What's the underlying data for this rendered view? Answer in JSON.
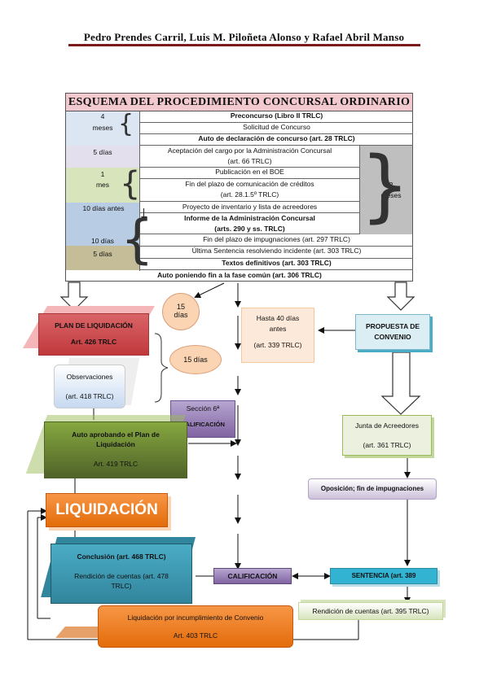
{
  "header": {
    "authors": "Pedro Prendes Carril, Luis M. Piloñeta Alonso y Rafael Abril Manso"
  },
  "table": {
    "title": "ESQUEMA DEL PROCEDIMIENTO CONCURSAL ORDINARIO",
    "left_labels": {
      "four_months_a": "4",
      "four_months_b": "meses",
      "five_days": "5 días",
      "one_month_a": "1",
      "one_month_b": "mes",
      "ten_days_before": "10 días antes",
      "ten_days": "10 días",
      "five_days_b": "5 días"
    },
    "right_label_a": "2",
    "right_label_b": "meses",
    "rows": [
      {
        "text": "Preconcurso (Libro II TRLC)"
      },
      {
        "text": "Solicitud de Concurso"
      },
      {
        "text": "Auto de declaración de concurso (art. 28 TRLC)"
      },
      {
        "text": "Aceptación del cargo por la Administración Concursal"
      },
      {
        "text": "(art. 66 TRLC)"
      },
      {
        "text": "Publicación en el BOE"
      },
      {
        "text": "Fin del plazo de comunicación de créditos"
      },
      {
        "text": "(art. 28.1.5º TRLC)"
      },
      {
        "text": "Proyecto de inventario y lista de acreedores"
      },
      {
        "text": "Informe de la Administración Concursal"
      },
      {
        "text": "(arts. 290 y ss. TRLC)"
      },
      {
        "text": "Fin del plazo de impugnaciones (art. 297 TRLC)"
      },
      {
        "text": "Última Sentencia resolviendo incidente (art. 303 TRLC)"
      },
      {
        "text": "Textos definitivos (art. 303 TRLC)"
      },
      {
        "text": "Auto poniendo fin a la fase común (art. 306 TRLC)"
      }
    ]
  },
  "flow": {
    "plan_title": "PLAN DE LIQUIDACIÓN",
    "plan_art": "Art. 426 TRLC",
    "days15_a": "15",
    "days15_b": "días",
    "days15_c": "15 días",
    "hasta_a": "Hasta 40 días",
    "hasta_b": "antes",
    "hasta_c": "(art. 339 TRLC)",
    "propuesta_a": "PROPUESTA DE",
    "propuesta_b": "CONVENIO",
    "observ_a": "Observaciones",
    "observ_b": "(art. 418 TRLC)",
    "seccion_a": "Sección 6ª",
    "seccion_b": "CALIFICACIÓN",
    "auto_a": "Auto aprobando el Plan de",
    "auto_b": "Liquidación",
    "auto_c": "Art. 419 TRLC",
    "junta_a": "Junta de Acreedores",
    "junta_b": "(art. 361 TRLC)",
    "oposicion": "Oposición; fin de impugnaciones",
    "liquidacion": "LIQUIDACIÓN",
    "conclusion_a": "Conclusión (art. 468 TRLC)",
    "conclusion_b": "Rendición de cuentas (art. 478",
    "conclusion_c": "TRLC)",
    "calificacion": "CALIFICACIÓN",
    "sentencia": "SENTENCIA (art. 389",
    "rendicion": "Rendición de cuentas (art. 395 TRLC)",
    "incump_a": "Liquidación por incumplimiento de Convenio",
    "incump_b": "Art. 403 TRLC"
  }
}
